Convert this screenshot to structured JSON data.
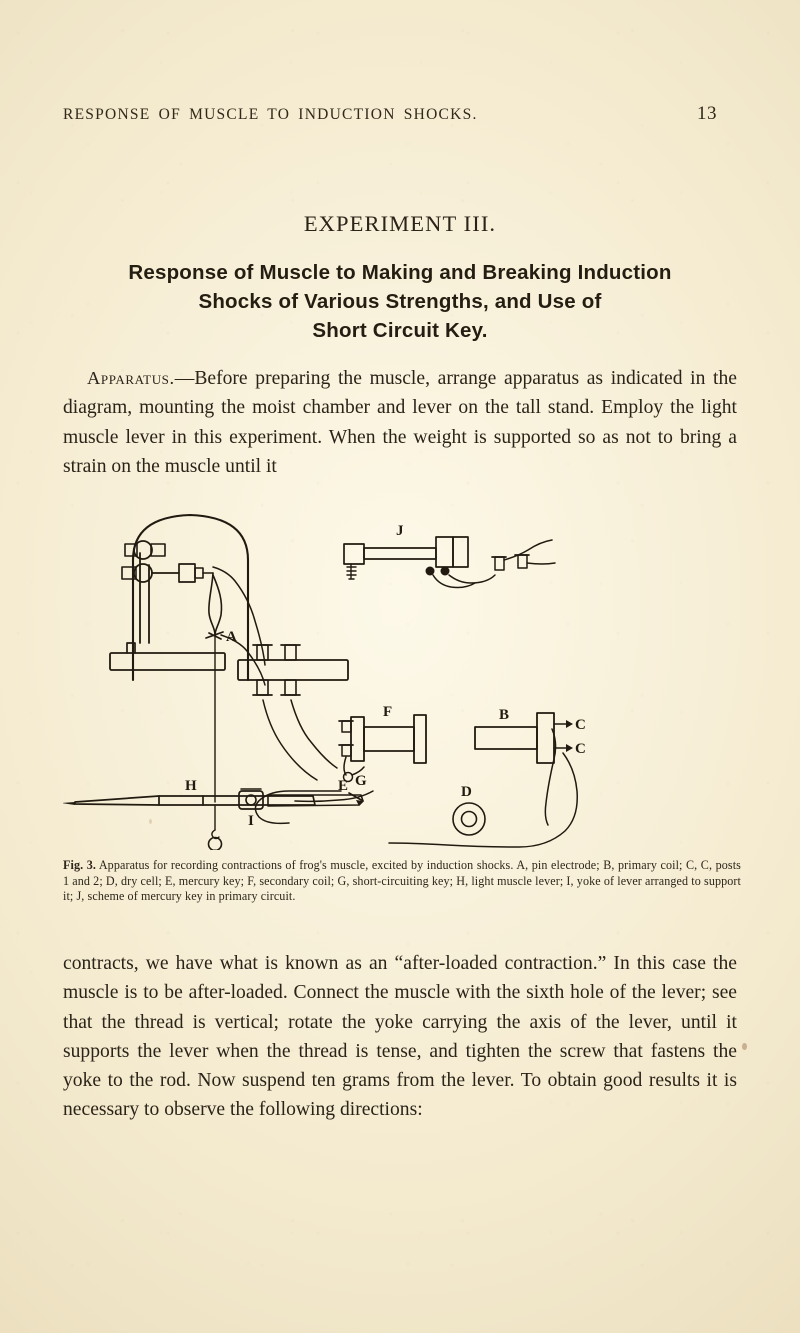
{
  "page": {
    "running_head": "RESPONSE OF MUSCLE TO INDUCTION SHOCKS.",
    "folio": "13",
    "experiment_number": "EXPERIMENT III.",
    "title_lines": [
      "Response of Muscle to Making and Breaking Induction",
      "Shocks of Various Strengths, and Use of",
      "Short Circuit Key."
    ],
    "paragraph_1_lead": "Apparatus.",
    "paragraph_1": "—Before preparing the muscle, arrange apparatus as indicated in the diagram, mounting the moist chamber and lever on the tall stand. Employ the light muscle lever in this experiment. When the weight is supported so as not to bring a strain on the muscle until it",
    "paragraph_2": "contracts, we have what is known as an “after-loaded contraction.” In this case the muscle is to be after-loaded. Connect the muscle with the sixth hole of the lever; see that the thread is vertical; rotate the yoke carrying the axis of the lever, until it supports the lever when the thread is tense, and tighten the screw that fastens the yoke to the rod. Now suspend ten grams from the lever. To obtain good results it is necessary to observe the following directions:"
  },
  "figure": {
    "caption_label": "Fig. 3.",
    "caption_text": "Apparatus for recording contractions of frog's muscle, excited by induction shocks. A, pin electrode; B, primary coil; C, C, posts 1 and 2; D, dry cell; E, mercury key; F, secondary coil; G, short-circuiting key; H, light muscle lever; I, yoke of lever arranged to support it; J, scheme of mercury key in primary circuit.",
    "labels": {
      "A": "A",
      "B": "B",
      "C1": "C",
      "C2": "C",
      "D": "D",
      "E": "E",
      "F": "F",
      "G": "G",
      "H": "H",
      "I": "I",
      "J": "J"
    },
    "parts": {
      "A": "pin electrode",
      "B": "primary coil",
      "C": "posts 1 and 2",
      "D": "dry cell",
      "E": "mercury key",
      "F": "secondary coil",
      "G": "short-circuiting key",
      "H": "light muscle lever",
      "I": "yoke of lever arranged to support it",
      "J": "scheme of mercury key in primary circuit"
    }
  },
  "colors": {
    "paper": "#f2e8cc",
    "ink": "#2b2318",
    "line": "#1f1a10"
  }
}
